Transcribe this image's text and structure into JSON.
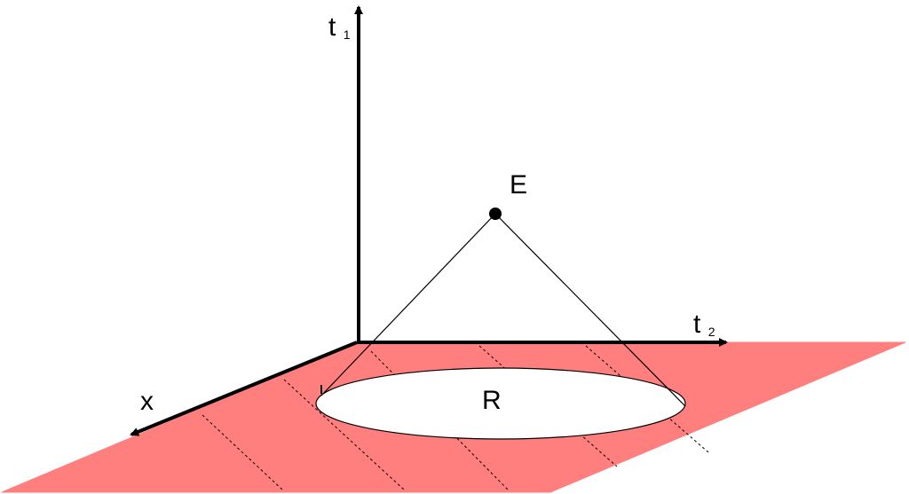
{
  "diagram": {
    "labels": {
      "t1_main": "t",
      "t1_sub": "1",
      "t2_main": "t",
      "t2_sub": "2",
      "x_axis": "x",
      "vertex": "E",
      "region": "R"
    },
    "colors": {
      "plane_fill": "#ff7f7f",
      "ellipse_fill": "#ffffff",
      "line": "#000000"
    }
  }
}
